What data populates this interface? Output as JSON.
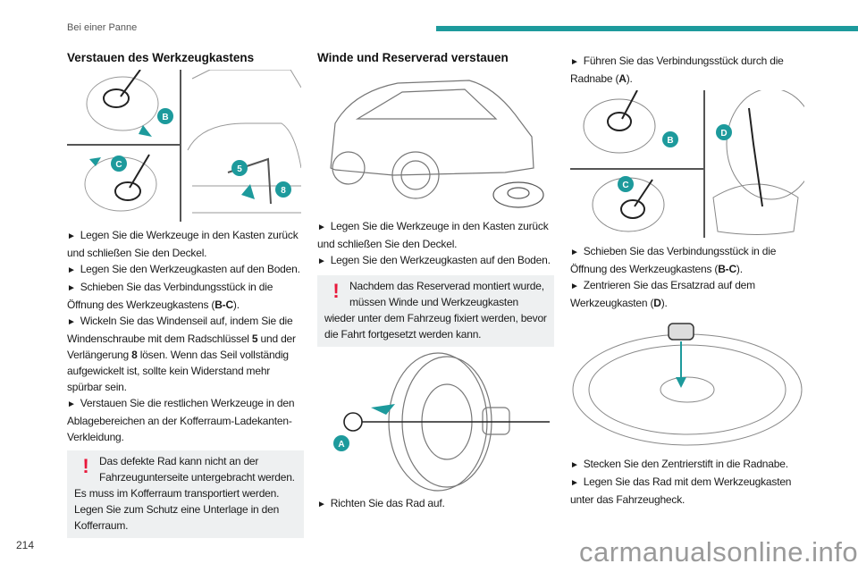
{
  "header": {
    "section": "Bei einer Panne",
    "accent": "#1d9a9c"
  },
  "page_number": "214",
  "watermark": "carmanualsonline.info",
  "col1": {
    "title": "Verstauen des Werkzeugkastens",
    "figure_labels": [
      "B",
      "C",
      "5",
      "8"
    ],
    "steps": [
      "Legen Sie die Werkzeuge in den Kasten zurück und schließen Sie den Deckel.",
      "Legen Sie den Werkzeugkasten auf den Boden.",
      [
        "Schieben Sie das Verbindungsstück in die Öffnung des Werkzeugkastens (",
        "B-C",
        ")."
      ],
      [
        "Wickeln Sie das Windenseil auf, indem Sie die Windenschraube mit dem Radschlüssel ",
        "5",
        " und der Verlängerung ",
        "8",
        " lösen. Wenn das Seil vollständig aufgewickelt ist, sollte kein Widerstand mehr spürbar sein."
      ],
      "Verstauen Sie die restlichen Werkzeuge in den Ablagebereichen an der Kofferraum-Ladekanten-Verkleidung."
    ],
    "warning": "Das defekte Rad kann nicht an der Fahrzeugunterseite untergebracht werden. Es muss im Kofferraum transportiert werden. Legen Sie zum Schutz eine Unterlage in den Kofferraum."
  },
  "col2": {
    "title": "Winde und Reserverad verstauen",
    "steps": [
      "Legen Sie die Werkzeuge in den Kasten zurück und schließen Sie den Deckel.",
      "Legen Sie den Werkzeugkasten auf den Boden."
    ],
    "warning": "Nachdem das Reserverad montiert wurde, müssen Winde und Werkzeugkasten wieder unter dem Fahrzeug fixiert werden, bevor die Fahrt fortgesetzt werden kann.",
    "figure_label": "A",
    "step_after": "Richten Sie das Rad auf."
  },
  "col3": {
    "step1": [
      "Führen Sie das Verbindungsstück durch die Radnabe (",
      "A",
      ")."
    ],
    "figure_labels": [
      "D",
      "B",
      "C"
    ],
    "step2": [
      "Schieben Sie das Verbindungsstück in die Öffnung des Werkzeugkastens (",
      "B-C",
      ")."
    ],
    "step3": [
      "Zentrieren Sie das Ersatzrad auf dem Werkzeugkasten (",
      "D",
      ")."
    ],
    "step4": "Stecken Sie den Zentrierstift in die Radnabe.",
    "step5": "Legen Sie das Rad mit dem Werkzeugkasten unter das Fahrzeugheck."
  }
}
